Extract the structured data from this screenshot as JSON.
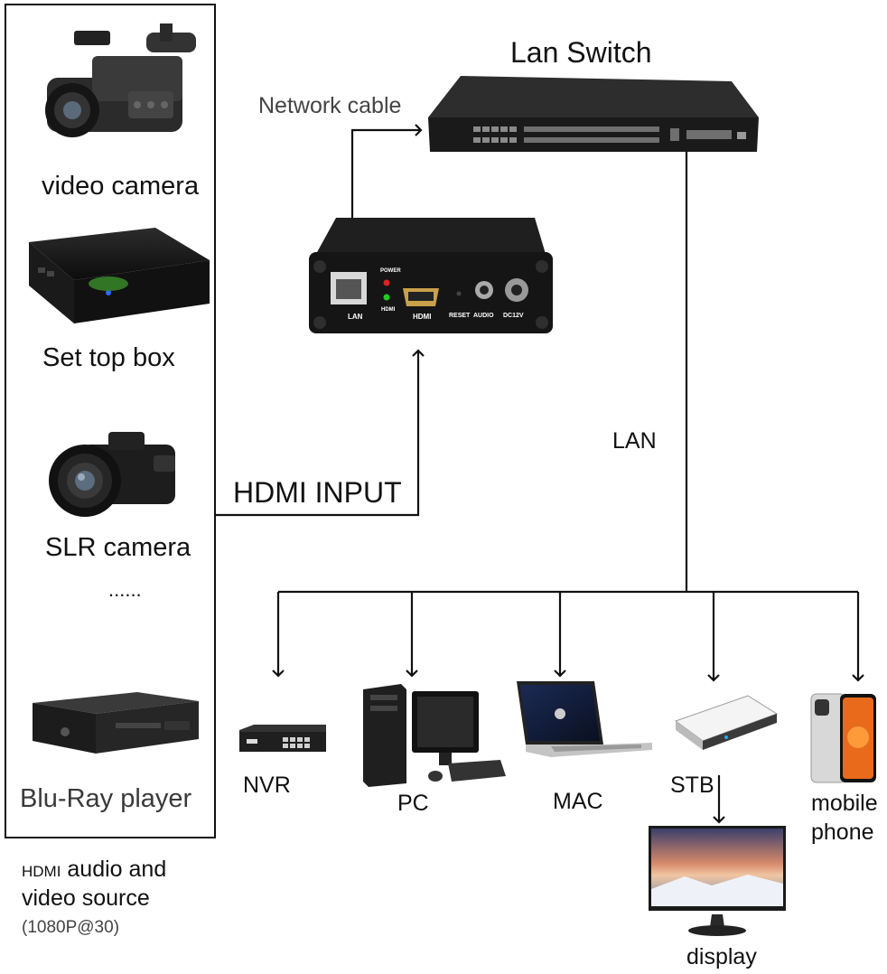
{
  "sources": {
    "video_camera": "video camera",
    "set_top_box": "Set top box",
    "slr_camera": "SLR camera",
    "blu_ray": "Blu-Ray player",
    "ellipsis": "......"
  },
  "caption": {
    "prefix": "HDMI",
    "line1_rest": " audio and",
    "line2": "video source",
    "line3": "(1080P@30)"
  },
  "encoder": {
    "ports": {
      "lan": "LAN",
      "power": "POWER",
      "hdmi_led": "HDMI",
      "hdmi": "HDMI",
      "reset": "RESET",
      "audio": "AUDIO",
      "dc": "DC12V"
    }
  },
  "labels": {
    "hdmi_input": "HDMI INPUT",
    "network_cable": "Network cable",
    "lan_switch": "Lan Switch",
    "lan": "LAN"
  },
  "devices": {
    "nvr": "NVR",
    "pc": "PC",
    "mac": "MAC",
    "stb": "STB",
    "mobile_line1": "mobile",
    "mobile_line2": "phone",
    "display": "display"
  }
}
